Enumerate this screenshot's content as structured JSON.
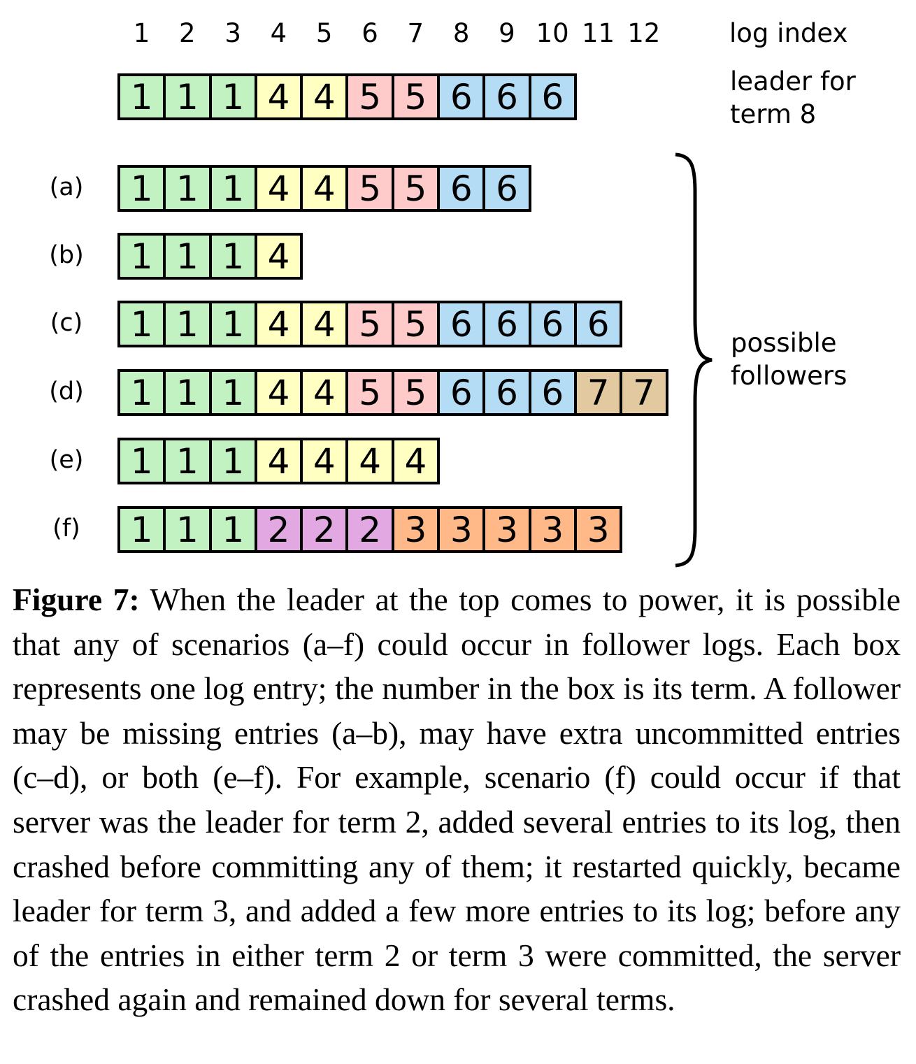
{
  "figure": {
    "log_index_label": "log index",
    "indices": [
      "1",
      "2",
      "3",
      "4",
      "5",
      "6",
      "7",
      "8",
      "9",
      "10",
      "11",
      "12"
    ],
    "leader_label_line1": "leader for",
    "leader_label_line2": "term 8",
    "followers_label_line1": "possible",
    "followers_label_line2": "followers",
    "term_colors": {
      "1": "#c2f2c2",
      "2": "#e2a8e2",
      "3": "#ffb988",
      "4": "#ffffc2",
      "5": "#ffcaca",
      "6": "#b5dcf5",
      "7": "#e3c9a0"
    },
    "leader": {
      "label": "",
      "entries": [
        1,
        1,
        1,
        4,
        4,
        5,
        5,
        6,
        6,
        6
      ]
    },
    "followers": [
      {
        "label": "(a)",
        "entries": [
          1,
          1,
          1,
          4,
          4,
          5,
          5,
          6,
          6
        ]
      },
      {
        "label": "(b)",
        "entries": [
          1,
          1,
          1,
          4
        ]
      },
      {
        "label": "(c)",
        "entries": [
          1,
          1,
          1,
          4,
          4,
          5,
          5,
          6,
          6,
          6,
          6
        ]
      },
      {
        "label": "(d)",
        "entries": [
          1,
          1,
          1,
          4,
          4,
          5,
          5,
          6,
          6,
          6,
          7,
          7
        ]
      },
      {
        "label": "(e)",
        "entries": [
          1,
          1,
          1,
          4,
          4,
          4,
          4
        ]
      },
      {
        "label": "(f)",
        "entries": [
          1,
          1,
          1,
          2,
          2,
          2,
          3,
          3,
          3,
          3,
          3
        ]
      }
    ]
  },
  "caption": {
    "title": "Figure 7:",
    "text": " When the leader at the top comes to power, it is possible that any of scenarios (a–f) could occur in follower logs. Each box represents one log entry; the number in the box is its term. A follower may be missing entries (a–b), may have extra uncommitted entries (c–d), or both (e–f). For example, scenario (f) could occur if that server was the leader for term 2, added several entries to its log, then crashed before committing any of them; it restarted quickly, became leader for term 3, and added a few more entries to its log; before any of the entries in either term 2 or term 3 were committed, the server crashed again and remained down for several terms."
  }
}
